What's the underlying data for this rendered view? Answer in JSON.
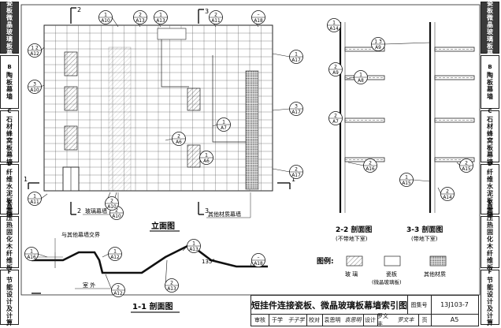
{
  "sidebar_left": [
    {
      "letter": "A",
      "text": "瓷板微晶玻璃板幕墙",
      "active": true
    },
    {
      "letter": "B",
      "text": "陶板幕墙",
      "active": false
    },
    {
      "letter": "C",
      "text": "石材蜂窝板幕墙",
      "active": false
    },
    {
      "letter": "D",
      "text": "纤维水泥板幕墙",
      "active": false
    },
    {
      "letter": "E",
      "text": "高压热固化木纤维板幕墙",
      "active": false
    },
    {
      "letter": "F",
      "text": "节能设计及计算",
      "active": false
    }
  ],
  "sidebar_right": [
    {
      "letter": "A",
      "text": "瓷板微晶玻璃板幕墙",
      "active": true
    },
    {
      "letter": "B",
      "text": "陶板幕墙",
      "active": false
    },
    {
      "letter": "C",
      "text": "石材蜂窝板幕墙",
      "active": false
    },
    {
      "letter": "D",
      "text": "纤维水泥板幕墙",
      "active": false
    },
    {
      "letter": "E",
      "text": "高压热固化木纤维板幕墙",
      "active": false
    },
    {
      "letter": "F",
      "text": "节能设计及计算",
      "active": false
    }
  ],
  "elevation": {
    "title": "立面图",
    "section_marks": [
      "2",
      "3",
      "1"
    ],
    "labels": {
      "glass_wall": "玻璃幕墙",
      "other_material_wall": "其他材质幕墙"
    },
    "callouts": [
      {
        "num": "1",
        "sheet": "A10"
      },
      {
        "num": "2",
        "sheet": "A13"
      },
      {
        "num": "1",
        "sheet": "A13"
      },
      {
        "num": "2",
        "sheet": "A11"
      },
      {
        "num": "–",
        "sheet": "A18"
      },
      {
        "num": "1",
        "sheet": "A17"
      },
      {
        "num": "1 2",
        "sheet": "A12"
      },
      {
        "num": "3",
        "sheet": "A10"
      },
      {
        "num": "2",
        "sheet": "A10"
      },
      {
        "num": "3",
        "sheet": "A17"
      },
      {
        "num": "1",
        "sheet": "A7"
      },
      {
        "num": "2",
        "sheet": "A6"
      },
      {
        "num": "1",
        "sheet": "A6"
      },
      {
        "num": "2",
        "sheet": "A17"
      },
      {
        "num": "1",
        "sheet": "A11"
      },
      {
        "num": "2",
        "sheet": "A10"
      }
    ]
  },
  "section_1": {
    "title": "1-1 剖面图",
    "note": "与其他幕墙交界",
    "outside": "室 外",
    "angle": "135°",
    "callouts": [
      {
        "num": "1",
        "sheet": "A16"
      },
      {
        "num": "1",
        "sheet": "A12"
      },
      {
        "num": "2",
        "sheet": "A12"
      },
      {
        "num": "1",
        "sheet": "A13"
      },
      {
        "num": "2",
        "sheet": "A13"
      },
      {
        "num": "–",
        "sheet": "A18"
      }
    ]
  },
  "section_2": {
    "title": "2-2 剖面图",
    "subtitle": "(不带地下室)",
    "callouts": [
      {
        "num": "1",
        "sheet": "A14"
      },
      {
        "num": "2",
        "sheet": "A9"
      },
      {
        "num": "1",
        "sheet": "A8"
      },
      {
        "num": "2",
        "sheet": "A7"
      },
      {
        "num": "2",
        "sheet": "A16"
      }
    ]
  },
  "section_3": {
    "title": "3-3 剖面图",
    "subtitle": "(带地下室)",
    "callouts": [
      {
        "num": "1 3",
        "sheet": "A9"
      },
      {
        "num": "2",
        "sheet": "A15"
      },
      {
        "num": "1",
        "sheet": "A15"
      },
      {
        "num": "2",
        "sheet": "A14"
      }
    ]
  },
  "legend": {
    "title": "图例:",
    "items": [
      {
        "label": "玻 璃",
        "sub": ""
      },
      {
        "label": "瓷板",
        "sub": "(微晶玻璃板)"
      },
      {
        "label": "其他材质",
        "sub": ""
      }
    ]
  },
  "title_block": {
    "title": "短挂件连接瓷板、微晶玻璃板幕墙索引图",
    "atlas_label": "图集号",
    "atlas_no": "13J103-7",
    "page_label": "页",
    "page_no": "A5",
    "row": [
      "审核",
      "于学",
      "校对",
      "袁恩明",
      "设计",
      "罗文丰"
    ],
    "signatures": [
      "于子学",
      "袁思明",
      "罗文丰"
    ]
  }
}
